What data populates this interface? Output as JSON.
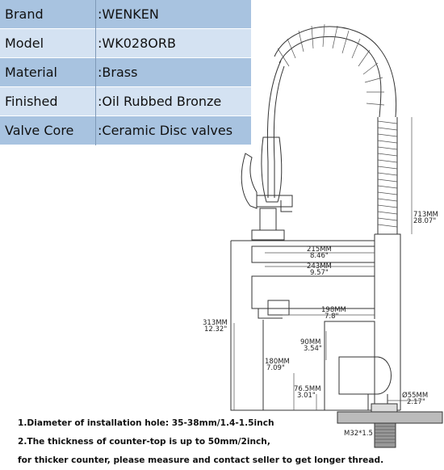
{
  "specs": [
    {
      "key": "Brand",
      "value": "WENKEN"
    },
    {
      "key": "Model",
      "value": "WK028ORB"
    },
    {
      "key": "Material",
      "value": "Brass"
    },
    {
      "key": "Finished",
      "value": "Oil Rubbed Bronze"
    },
    {
      "key": "Valve Core",
      "value": "Ceramic Disc valves"
    }
  ],
  "dimensions": {
    "height_mm": "713MM",
    "height_in": "28.07\"",
    "reach1_mm": "215MM",
    "reach1_in": "8.46\"",
    "reach2_mm": "243MM",
    "reach2_in": "9.57\"",
    "spout_mm": "198MM",
    "spout_in": "7.8\"",
    "body_mm": "313MM",
    "body_in": "12.32\"",
    "handle_mm": "90MM",
    "handle_in": "3.54\"",
    "spout_h_mm": "180MM",
    "spout_h_in": "7.09\"",
    "base_mm": "76.5MM",
    "base_in": "3.01\"",
    "diam_mm": "Ø55MM",
    "diam_in": "2.17\"",
    "thread": "M32*1.5"
  },
  "notes": [
    "1.Diameter of installation hole: 35-38mm/1.4-1.5inch",
    "2.The thickness of counter-top is up to 50mm/2inch,",
    "for thicker counter, please measure and contact seller to get longer thread."
  ]
}
